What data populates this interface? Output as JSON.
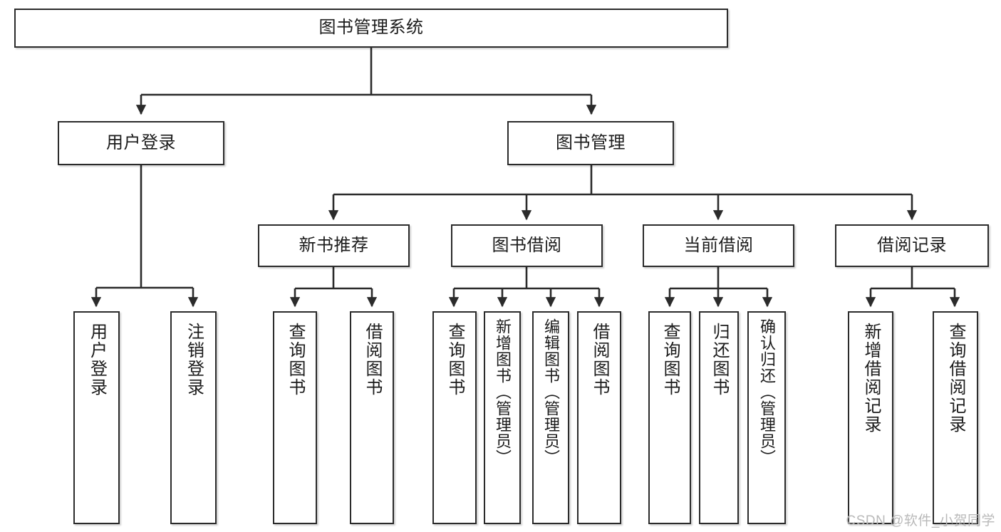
{
  "diagram": {
    "type": "tree",
    "title": "图书管理系统",
    "watermark": "CSDN @软件_小贺同学",
    "colors": {
      "stroke": "#2b2b2b",
      "fill": "#ffffff",
      "text": "#1b1b1b",
      "watermark": "#b9b9b9"
    },
    "nodes": {
      "root": {
        "label": "图书管理系统"
      },
      "level2": [
        {
          "id": "user-login",
          "label": "用户登录"
        },
        {
          "id": "book-manage",
          "label": "图书管理"
        }
      ],
      "level3": [
        {
          "id": "new-book-recommend",
          "label": "新书推荐"
        },
        {
          "id": "book-borrow",
          "label": "图书借阅"
        },
        {
          "id": "current-borrow",
          "label": "当前借阅"
        },
        {
          "id": "borrow-record",
          "label": "借阅记录"
        }
      ],
      "leaves": {
        "user-login": [
          {
            "id": "leaf-user-login",
            "label": "用户登录"
          },
          {
            "id": "leaf-logout-login",
            "label": "注销登录"
          }
        ],
        "new-book-recommend": [
          {
            "id": "leaf-query-book-1",
            "label": "查询图书"
          },
          {
            "id": "leaf-borrow-book-1",
            "label": "借阅图书"
          }
        ],
        "book-borrow": [
          {
            "id": "leaf-query-book-2",
            "label": "查询图书"
          },
          {
            "id": "leaf-add-book",
            "label": "新增图书（管理员）"
          },
          {
            "id": "leaf-edit-book",
            "label": "编辑图书（管理员）"
          },
          {
            "id": "leaf-borrow-book-2",
            "label": "借阅图书"
          }
        ],
        "current-borrow": [
          {
            "id": "leaf-query-book-3",
            "label": "查询图书"
          },
          {
            "id": "leaf-return-book",
            "label": "归还图书"
          },
          {
            "id": "leaf-confirm-return",
            "label": "确认归还（管理员）"
          }
        ],
        "borrow-record": [
          {
            "id": "leaf-add-record",
            "label": "新增借阅记录"
          },
          {
            "id": "leaf-query-record",
            "label": "查询借阅记录"
          }
        ]
      }
    }
  }
}
